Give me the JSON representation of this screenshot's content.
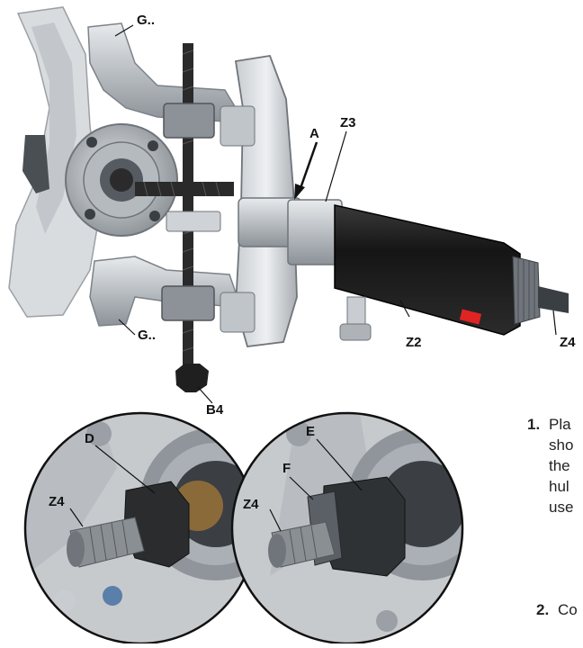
{
  "labels": {
    "g_top": "G..",
    "g_bottom": "G..",
    "a": "A",
    "z3": "Z3",
    "z2": "Z2",
    "z4_main": "Z4",
    "b4": "B4",
    "d": "D",
    "z4_left": "Z4",
    "e": "E",
    "f": "F",
    "z4_right": "Z4"
  },
  "steps": {
    "step1_number": "1.",
    "step1_lines": [
      "Pla",
      "sho",
      "the",
      "hul",
      "use"
    ],
    "step2_number": "2.",
    "step2_text": "Co"
  },
  "colors": {
    "cylinder": "#1c1c1c",
    "metal_light": "#d6d9dc",
    "metal_mid": "#aeb3b8",
    "metal_dark": "#6f757b",
    "red_mark": "#e02424",
    "thread_rod": "#2a2a2a"
  }
}
